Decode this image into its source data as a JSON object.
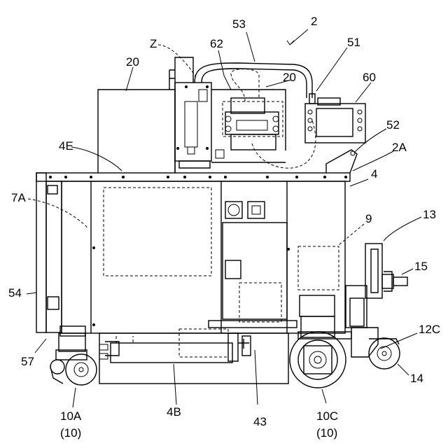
{
  "labels": {
    "l2": "2",
    "l53": "53",
    "l20a": "20",
    "lZ": "Z",
    "l62": "62",
    "l51": "51",
    "l60": "60",
    "l20b": "20",
    "l52": "52",
    "l4E": "4E",
    "l2A": "2A",
    "l4": "4",
    "l7A": "7A",
    "l13": "13",
    "l9": "9",
    "l15": "15",
    "l54": "54",
    "l12C": "12C",
    "l57": "57",
    "l14": "14",
    "l10A": "10A",
    "l10A_sub": "(10)",
    "l4B": "4B",
    "l43": "43",
    "l10C": "10C",
    "l10C_sub": "(10)"
  }
}
